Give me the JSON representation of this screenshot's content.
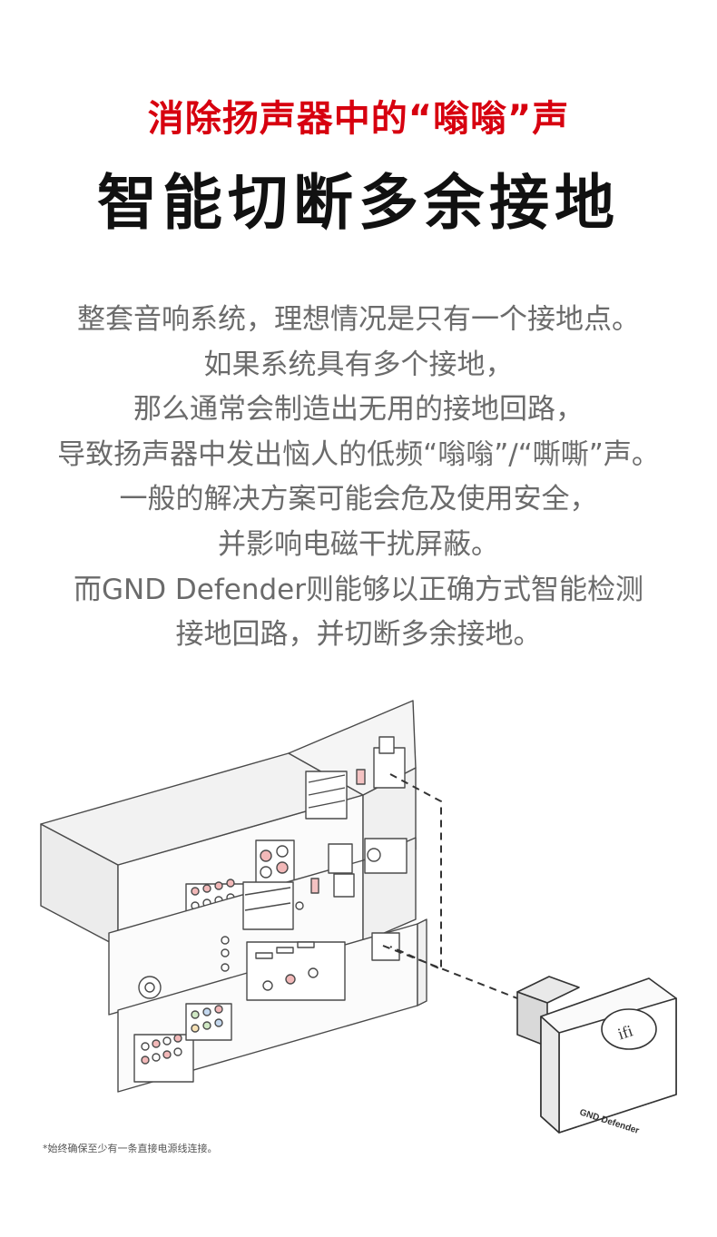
{
  "header": {
    "subtitle": "消除扬声器中的“嗡嗡”声",
    "title": "智能切断多余接地"
  },
  "body": {
    "lines": [
      "整套音响系统，理想情况是只有一个接地点。",
      "如果系统具有多个接地，",
      "那么通常会制造出无用的接地回路，",
      "导致扬声器中发出恼人的低频“嗡嗡”/“嘶嘶”声。",
      "一般的解决方案可能会危及使用安全，",
      "并影响电磁干扰屏蔽。",
      "而GND Defender则能够以正确方式智能检测",
      "接地回路，并切断多余接地。"
    ]
  },
  "illustration": {
    "device_label": "GND Defender",
    "logo_text": "ifi"
  },
  "footnote": "*始终确保至少有一条直接电源线连接。",
  "colors": {
    "accent_red": "#d7000f",
    "title": "#111111",
    "body_text": "#6b6b6b"
  }
}
